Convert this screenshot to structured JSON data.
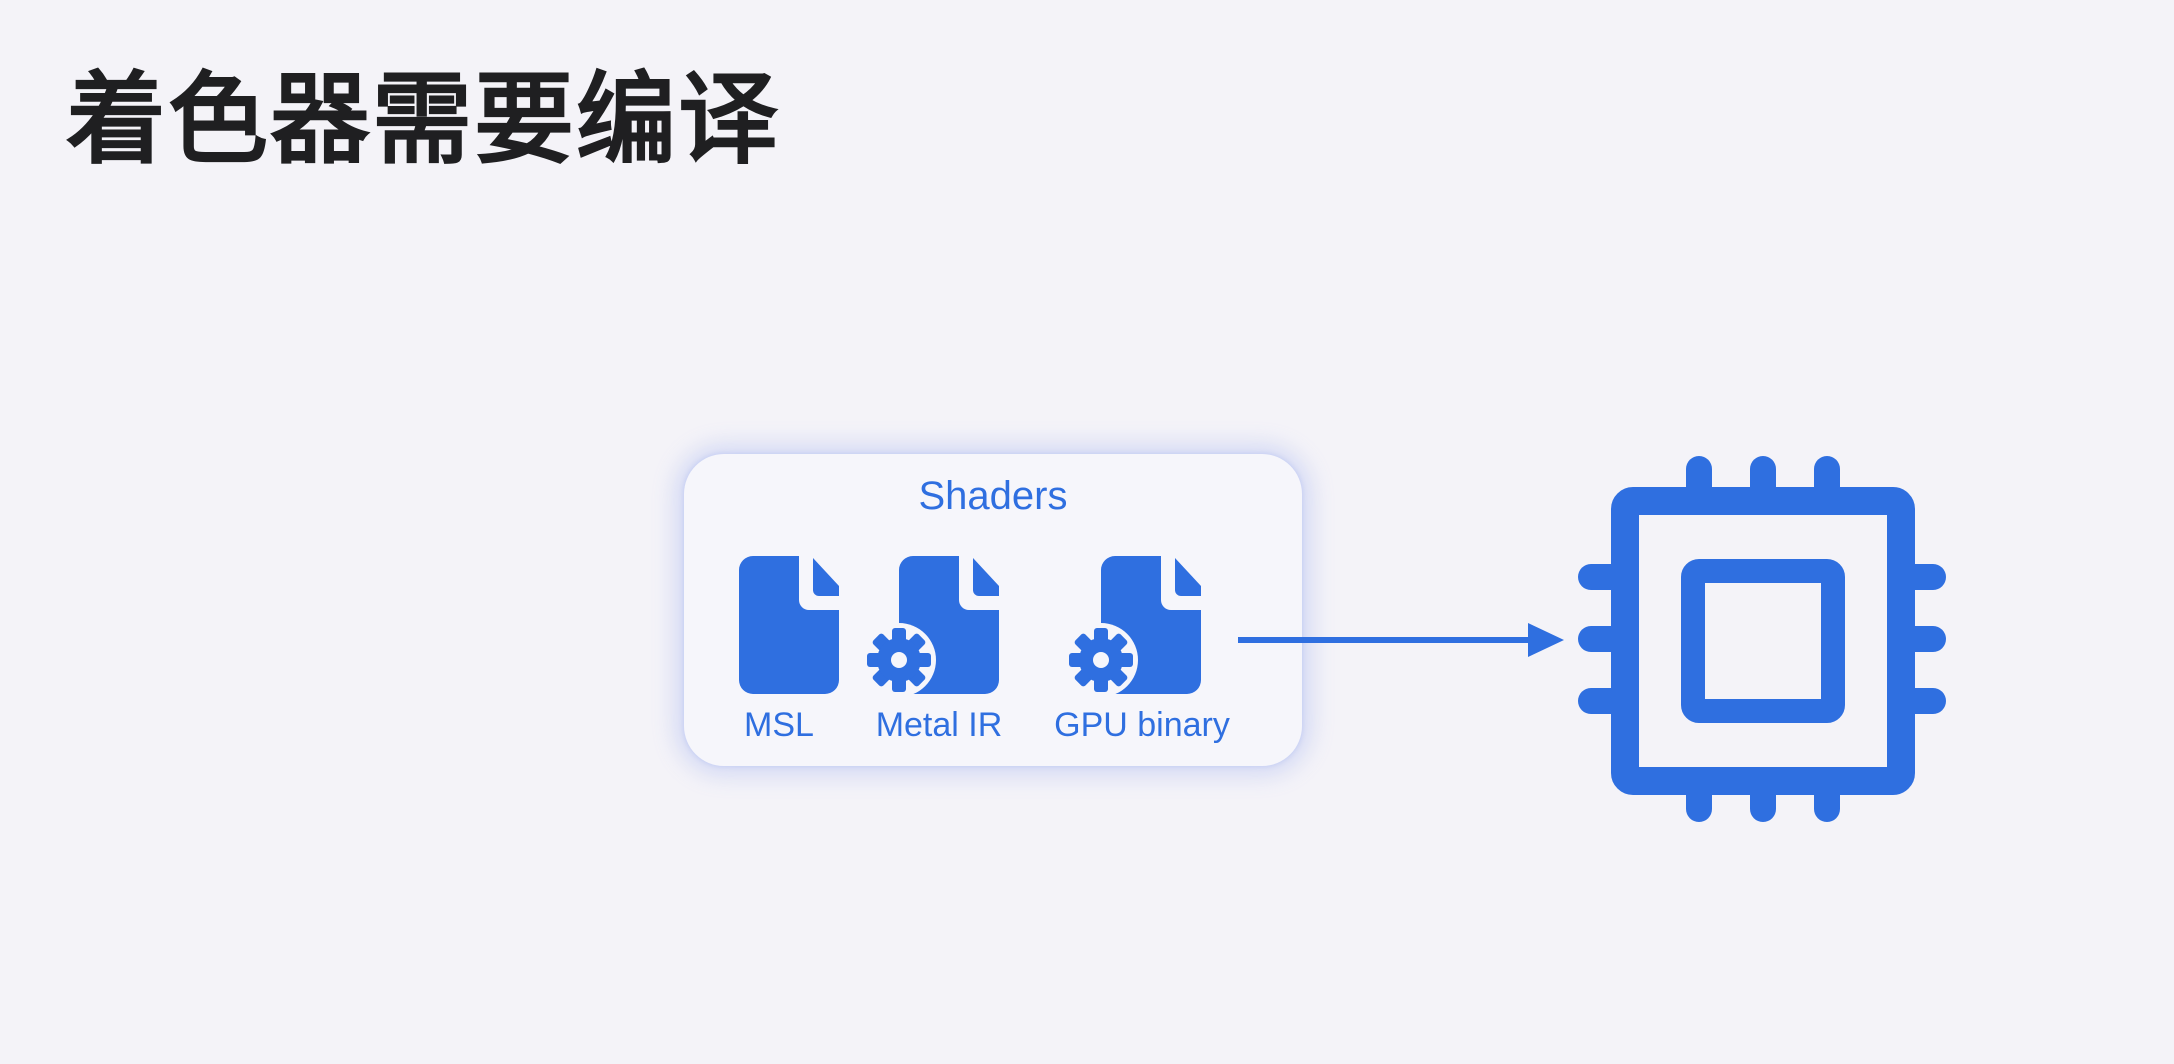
{
  "slide": {
    "title": "着色器需要编译"
  },
  "shaders": {
    "title": "Shaders",
    "files": [
      {
        "label": "MSL",
        "icon": "document-icon"
      },
      {
        "label": "Metal IR",
        "icon": "document-gear-icon"
      },
      {
        "label": "GPU binary",
        "icon": "document-gear-icon"
      }
    ]
  },
  "target": {
    "icon": "cpu-chip-icon"
  },
  "colors": {
    "accent": "#2f6fe0",
    "background": "#f4f3f8",
    "title_text": "#1f1f21"
  }
}
